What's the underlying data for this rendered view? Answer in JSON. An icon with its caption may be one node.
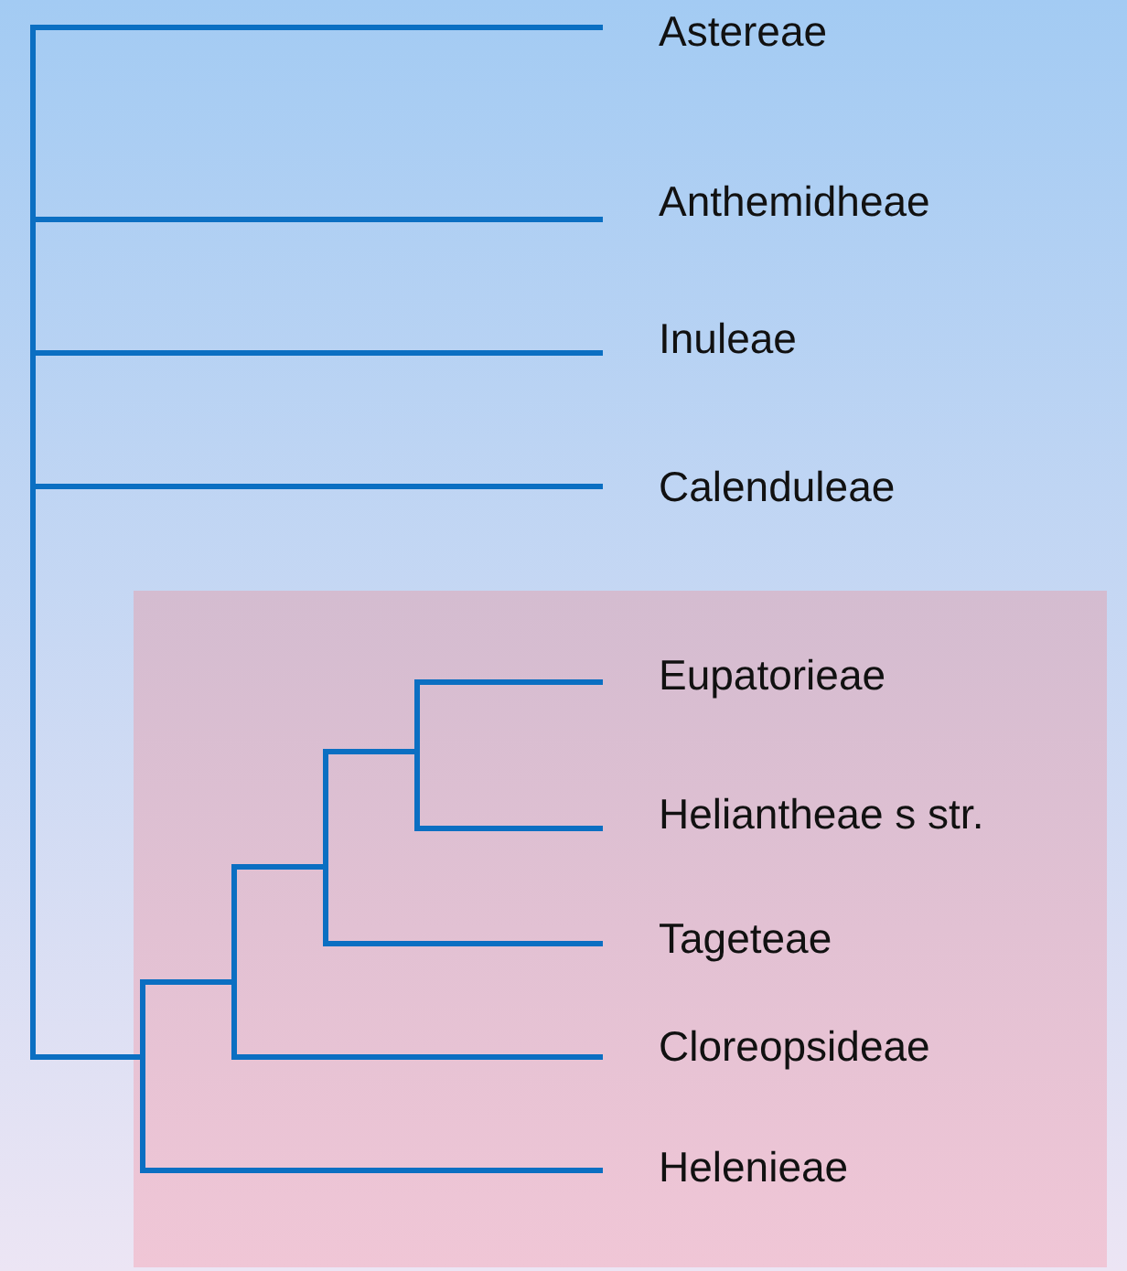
{
  "diagram": {
    "labels": [
      "Astereae",
      "Anthemidheae",
      "Inuleae",
      "Calenduleae",
      "Eupatorieae",
      "Heliantheae s str.",
      "Tageteae",
      "Cloreopsideae",
      "Helenieae"
    ]
  }
}
